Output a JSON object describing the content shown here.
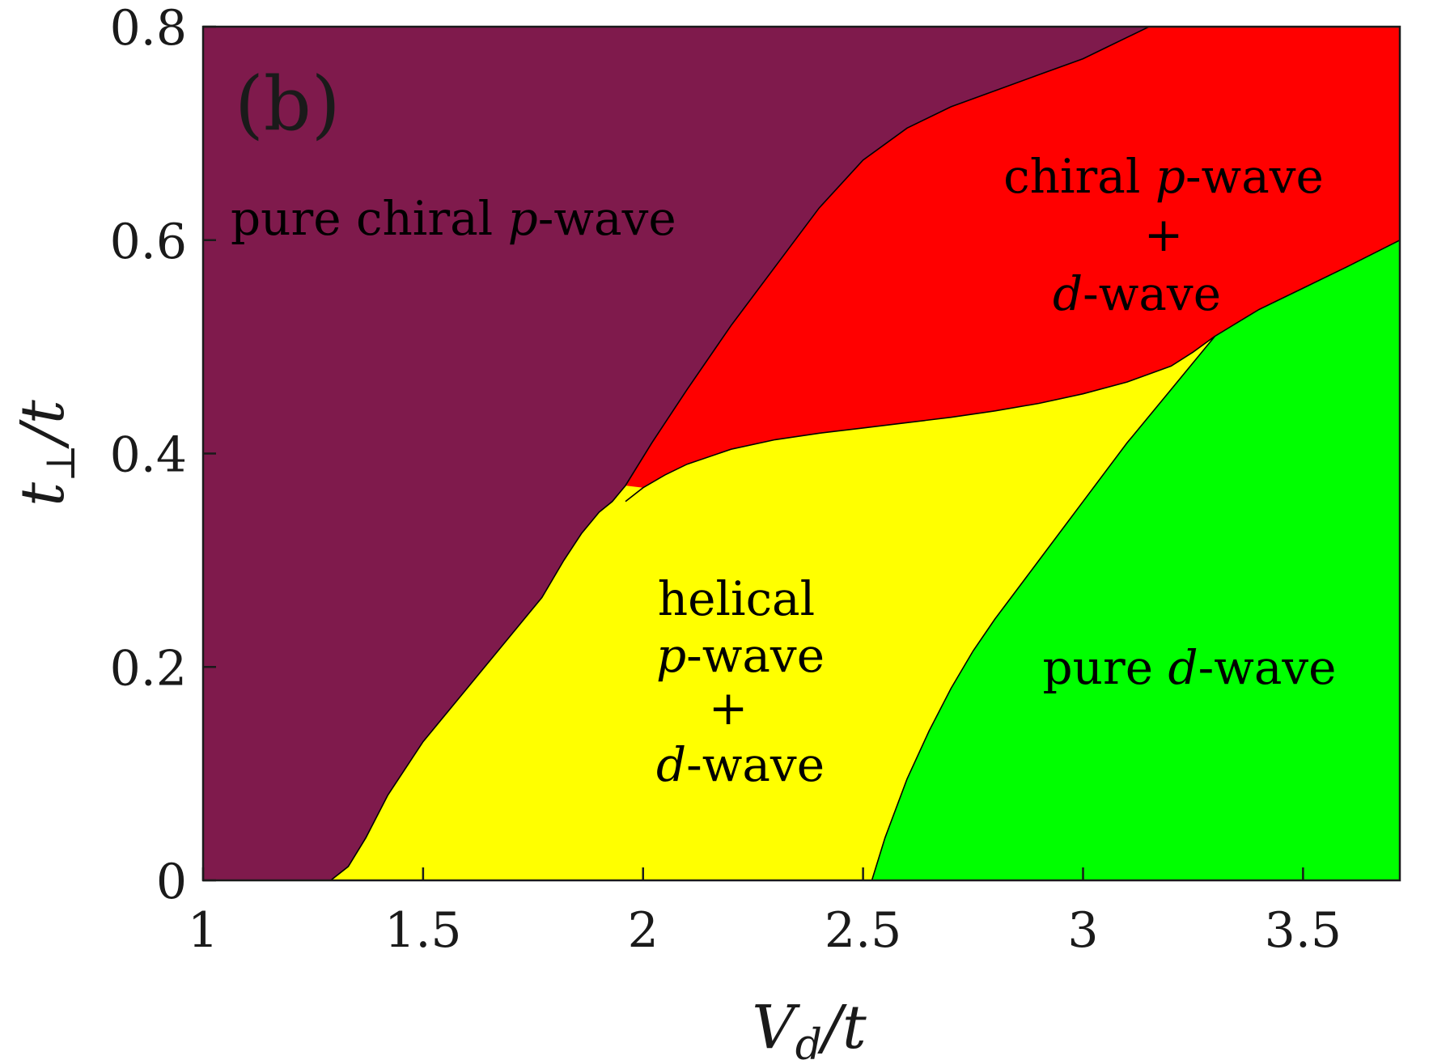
{
  "chart_data": {
    "type": "area",
    "title": "",
    "panel_label": "(b)",
    "xlabel_main": "V",
    "xlabel_sub": "d",
    "xlabel_tail": "/t",
    "ylabel_main": "t",
    "ylabel_sub": "⊥",
    "ylabel_tail": "/t",
    "xlim": [
      1,
      3.72
    ],
    "ylim": [
      0,
      0.8
    ],
    "xticks": [
      1,
      1.5,
      2,
      2.5,
      3,
      3.5
    ],
    "xtick_labels": [
      "1",
      "1.5",
      "2",
      "2.5",
      "3",
      "3.5"
    ],
    "yticks": [
      0,
      0.2,
      0.4,
      0.6,
      0.8
    ],
    "ytick_labels": [
      "0",
      "0.2",
      "0.4",
      "0.6",
      "0.8"
    ],
    "grid": false,
    "colors": {
      "pure_chiral": "#7F1A4C",
      "chiral_plus_d": "#FF0000",
      "helical_plus_d": "#FFFF00",
      "pure_d": "#00FF00"
    },
    "regions": [
      {
        "id": "pure-chiral",
        "color_key": "pure_chiral",
        "label_lines": [
          "pure chiral p-wave"
        ]
      },
      {
        "id": "chiral-d",
        "color_key": "chiral_plus_d",
        "label_lines": [
          "chiral p-wave",
          "+",
          "d-wave"
        ]
      },
      {
        "id": "helical-d",
        "color_key": "helical_plus_d",
        "label_lines": [
          "helical",
          "p-wave",
          "+",
          "d-wave"
        ]
      },
      {
        "id": "pure-d",
        "color_key": "pure_d",
        "label_lines": [
          "pure d-wave"
        ]
      }
    ],
    "boundaries": {
      "chiral_to_others": {
        "x": [
          1.29,
          1.33,
          1.37,
          1.42,
          1.5,
          1.6,
          1.7,
          1.77,
          1.82,
          1.86,
          1.9,
          1.93,
          1.96,
          2.02,
          2.1,
          2.2,
          2.3,
          2.4,
          2.5,
          2.6,
          2.7,
          2.8,
          2.9,
          3.0,
          3.05,
          3.1,
          3.15,
          3.165
        ],
        "y": [
          0.0,
          0.013,
          0.04,
          0.08,
          0.13,
          0.18,
          0.23,
          0.265,
          0.3,
          0.325,
          0.345,
          0.355,
          0.37,
          0.41,
          0.46,
          0.52,
          0.575,
          0.63,
          0.675,
          0.705,
          0.725,
          0.74,
          0.755,
          0.77,
          0.78,
          0.79,
          0.8,
          0.8
        ]
      },
      "chiral_d_lower": {
        "x": [
          1.96,
          2.0,
          2.05,
          2.1,
          2.2,
          2.3,
          2.4,
          2.5,
          2.6,
          2.7,
          2.8,
          2.9,
          3.0,
          3.1,
          3.2,
          3.25,
          3.3
        ],
        "y": [
          0.355,
          0.368,
          0.38,
          0.39,
          0.404,
          0.413,
          0.419,
          0.424,
          0.429,
          0.434,
          0.44,
          0.447,
          0.456,
          0.467,
          0.482,
          0.495,
          0.51
        ]
      },
      "pure_d_left": {
        "x": [
          2.52,
          2.55,
          2.6,
          2.65,
          2.7,
          2.75,
          2.8,
          2.9,
          3.0,
          3.1,
          3.2,
          3.3
        ],
        "y": [
          0.0,
          0.04,
          0.095,
          0.14,
          0.18,
          0.215,
          0.245,
          0.3,
          0.355,
          0.41,
          0.46,
          0.51
        ]
      },
      "pure_d_top": {
        "x": [
          3.3,
          3.4,
          3.5,
          3.6,
          3.72
        ],
        "y": [
          0.51,
          0.535,
          0.555,
          0.575,
          0.6
        ]
      }
    },
    "labels": {
      "pure_chiral": "pure chiral ",
      "pure_chiral_it": "p",
      "pure_chiral_tail": "-wave",
      "chiral_line1": "chiral ",
      "chiral_line1_it": "p",
      "chiral_line1_tail": "-wave",
      "plus": "+",
      "chiral_line3_it": "d",
      "chiral_line3_tail": "-wave",
      "helical_line1": "helical",
      "helical_line2_it": "p",
      "helical_line2_tail": "-wave",
      "helical_line4_it": "d",
      "helical_line4_tail": "-wave",
      "pure_d": "pure ",
      "pure_d_it": "d",
      "pure_d_tail": "-wave"
    }
  }
}
